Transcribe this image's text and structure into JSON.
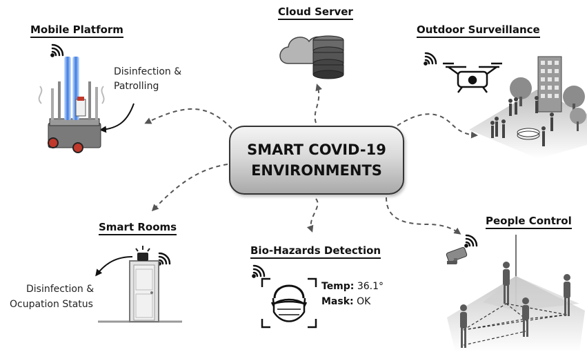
{
  "center": {
    "line1": "SMART COVID-19",
    "line2": "ENVIRONMENTS"
  },
  "nodes": {
    "mobile_platform": {
      "title": "Mobile Platform",
      "desc_line1": "Disinfection &",
      "desc_line2": "Patrolling"
    },
    "cloud_server": {
      "title": "Cloud Server"
    },
    "outdoor_surveillance": {
      "title": "Outdoor Surveillance"
    },
    "smart_rooms": {
      "title": "Smart Rooms",
      "desc_line1": "Disinfection &",
      "desc_line2": "Ocupation Status"
    },
    "bio_hazards": {
      "title": "Bio-Hazards Detection",
      "temp_label": "Temp:",
      "temp_value": "36.1°",
      "mask_label": "Mask:",
      "mask_value": "OK"
    },
    "people_control": {
      "title": "People Control"
    }
  },
  "icons": [
    "wifi-icon",
    "robot-icon",
    "cloud-icon",
    "server-icon",
    "drone-icon",
    "building-icon",
    "door-icon",
    "alarm-light-icon",
    "face-mask-icon",
    "security-camera-icon",
    "people-icon"
  ]
}
